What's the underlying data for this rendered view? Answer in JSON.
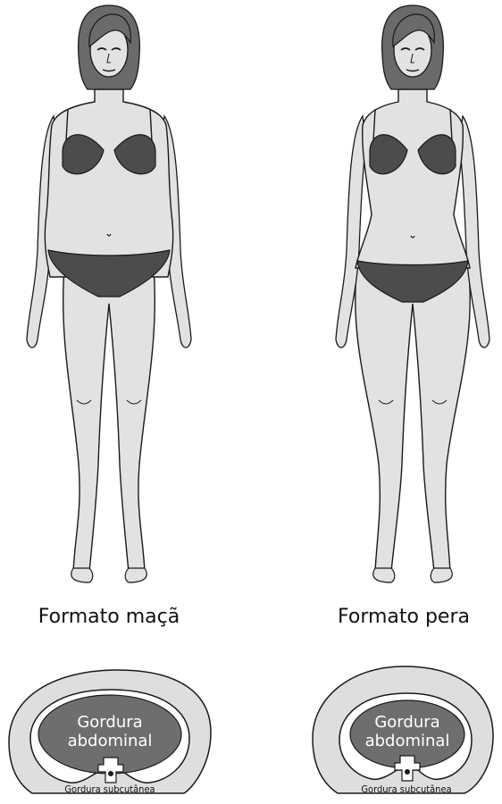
{
  "figures": [
    {
      "id": "apple",
      "caption": "Formato maçã",
      "cross_section": {
        "inner_label_line1": "Gordura",
        "inner_label_line2": "abdominal",
        "outer_label": "Gordura subcutânea"
      }
    },
    {
      "id": "pear",
      "caption": "Formato pera",
      "cross_section": {
        "inner_label_line1": "Gordura",
        "inner_label_line2": "abdominal",
        "outer_label": "Gordura subcutânea"
      }
    }
  ],
  "colors": {
    "skin": "#e2e2e2",
    "outline": "#1a1a1a",
    "hair": "#6a6a6a",
    "underwear": "#4c4c4c",
    "visceral_fat": "#6e6e6e",
    "subcutaneous_fat": "#dedede",
    "background": "#ffffff"
  }
}
